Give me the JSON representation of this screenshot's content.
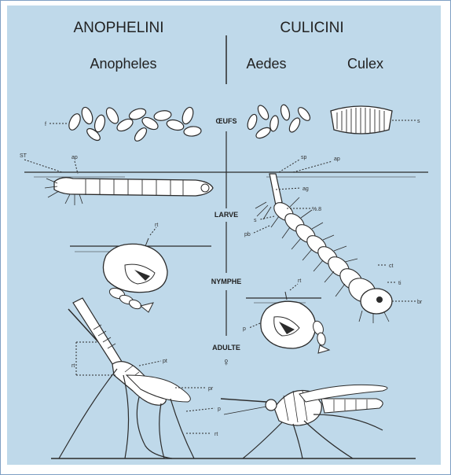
{
  "headings": {
    "tribe_left": "ANOPHELINI",
    "tribe_right": "CULICINI",
    "genus_anopheles": "Anopheles",
    "genus_aedes": "Aedes",
    "genus_culex": "Culex"
  },
  "stages": {
    "eggs": "ŒUFS",
    "larva": "LARVE",
    "pupa": "NYMPHE",
    "adult": "ADULTE",
    "adult_sex_symbol": "♀"
  },
  "annotations": {
    "eggs_left": "f",
    "eggs_right": "s",
    "larva_a1": "ST",
    "larva_a2": "ap",
    "larva_c1": "sp",
    "larva_c2": "ap",
    "larva_c3": "ag",
    "larva_c4": "%.8",
    "larva_c5": "s",
    "larva_c6": "pb",
    "larva_c7": "ct",
    "larva_c8": "ti",
    "larva_c9": "br",
    "pupa_a1": "rt",
    "pupa_c1": "rt",
    "pupa_c2": "p",
    "adult_a1": "rt",
    "adult_a2": "pt",
    "adult_m1": "pr",
    "adult_m2": "p",
    "adult_m3": "rt"
  },
  "colors": {
    "panel_background": "#bfd9ea",
    "frame_border": "#7f9fc4",
    "ink": "#2b2b2b"
  }
}
